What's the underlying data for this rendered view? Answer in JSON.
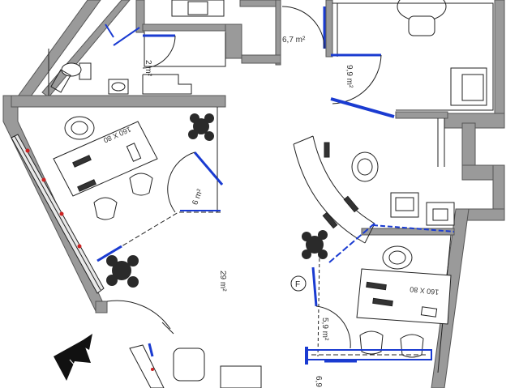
{
  "colors": {
    "wall": "#9a9a9a",
    "wall_stroke": "#555555",
    "door": "#1a3bd1",
    "line": "#222222",
    "plant": "#2a2a2a",
    "accent_red": "#cc2222"
  },
  "rooms": [
    {
      "id": "top-small",
      "area": "2 m²"
    },
    {
      "id": "top-mid",
      "area": "6,7 m²"
    },
    {
      "id": "top-right",
      "area": "9,9 m²"
    },
    {
      "id": "left-office",
      "area": "6 m²"
    },
    {
      "id": "center-open",
      "area": "29 m²"
    },
    {
      "id": "right-office",
      "area": "5,9 m²"
    },
    {
      "id": "bottom-right",
      "area": "6,9"
    }
  ],
  "desk_labels": {
    "left": "160 X 80",
    "right": "160 X 80"
  },
  "icons": {
    "north_arrow": "north-arrow-icon",
    "fire_extinguisher": "extinguisher-symbol-icon",
    "fire_extinguisher_letter": "F"
  }
}
